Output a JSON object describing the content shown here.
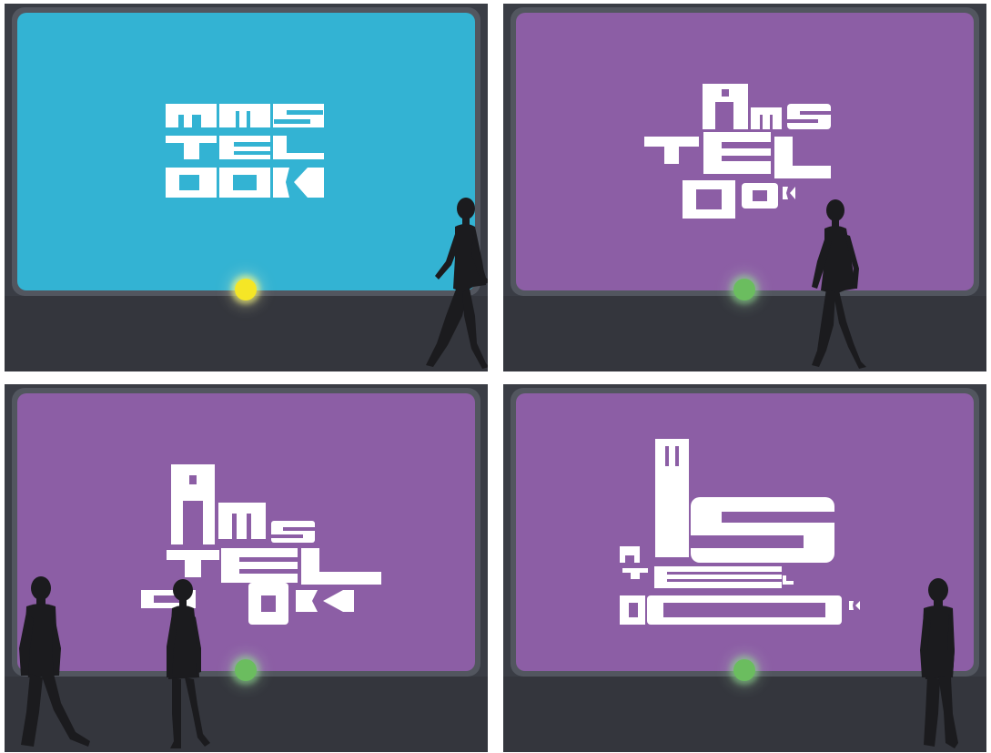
{
  "panels": [
    {
      "screen_color": "#33b3d3",
      "lamp": "yellow"
    },
    {
      "screen_color": "#8c5ea5",
      "lamp": "green"
    },
    {
      "screen_color": "#8c5ea5",
      "lamp": "green"
    },
    {
      "screen_color": "#8c5ea5",
      "lamp": "green"
    }
  ],
  "colors": {
    "lamp_yellow": "#f5e626",
    "lamp_green": "#6bbd5f",
    "wall": "#3a3d45",
    "letters": "#ffffff",
    "silhouette": "#1b1b1e"
  },
  "icons": [
    "walking-woman-silhouette",
    "walking-man-silhouette",
    "status-light"
  ]
}
